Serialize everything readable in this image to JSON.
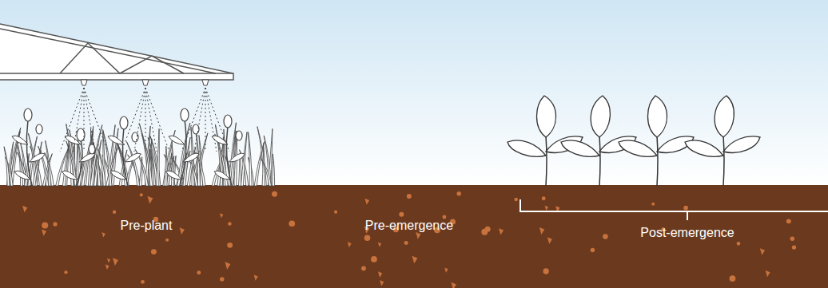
{
  "diagram": {
    "labels": [
      "Pre-plant",
      "Pre-emergence",
      "Post-emergence"
    ]
  }
}
